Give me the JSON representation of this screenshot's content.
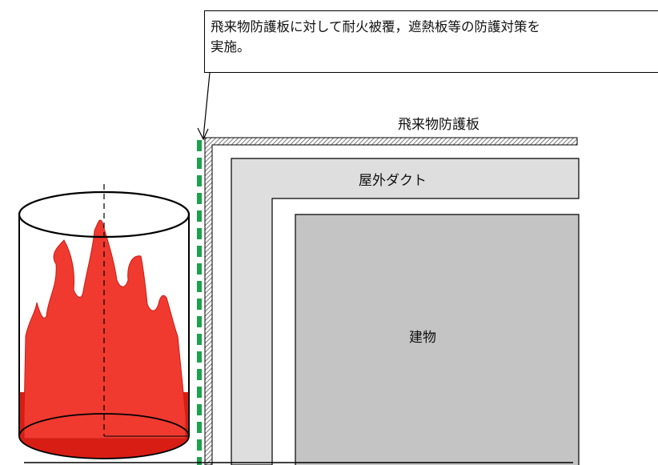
{
  "callout": {
    "text": "飛来物防護板に対して耐火被覆，遮熱板等の防護対策を\n実施。"
  },
  "labels": {
    "protection_plate": "飛来物防護板",
    "outdoor_duct": "屋外ダクト",
    "building": "建物"
  },
  "colors": {
    "fire": "#f03a30",
    "fire_edge": "#c81e16",
    "fire_bottom": "#d81e14",
    "coating": "#1aa34a",
    "duct": "#dedede",
    "building": "#c4c4c4",
    "hatch": "#666666"
  }
}
